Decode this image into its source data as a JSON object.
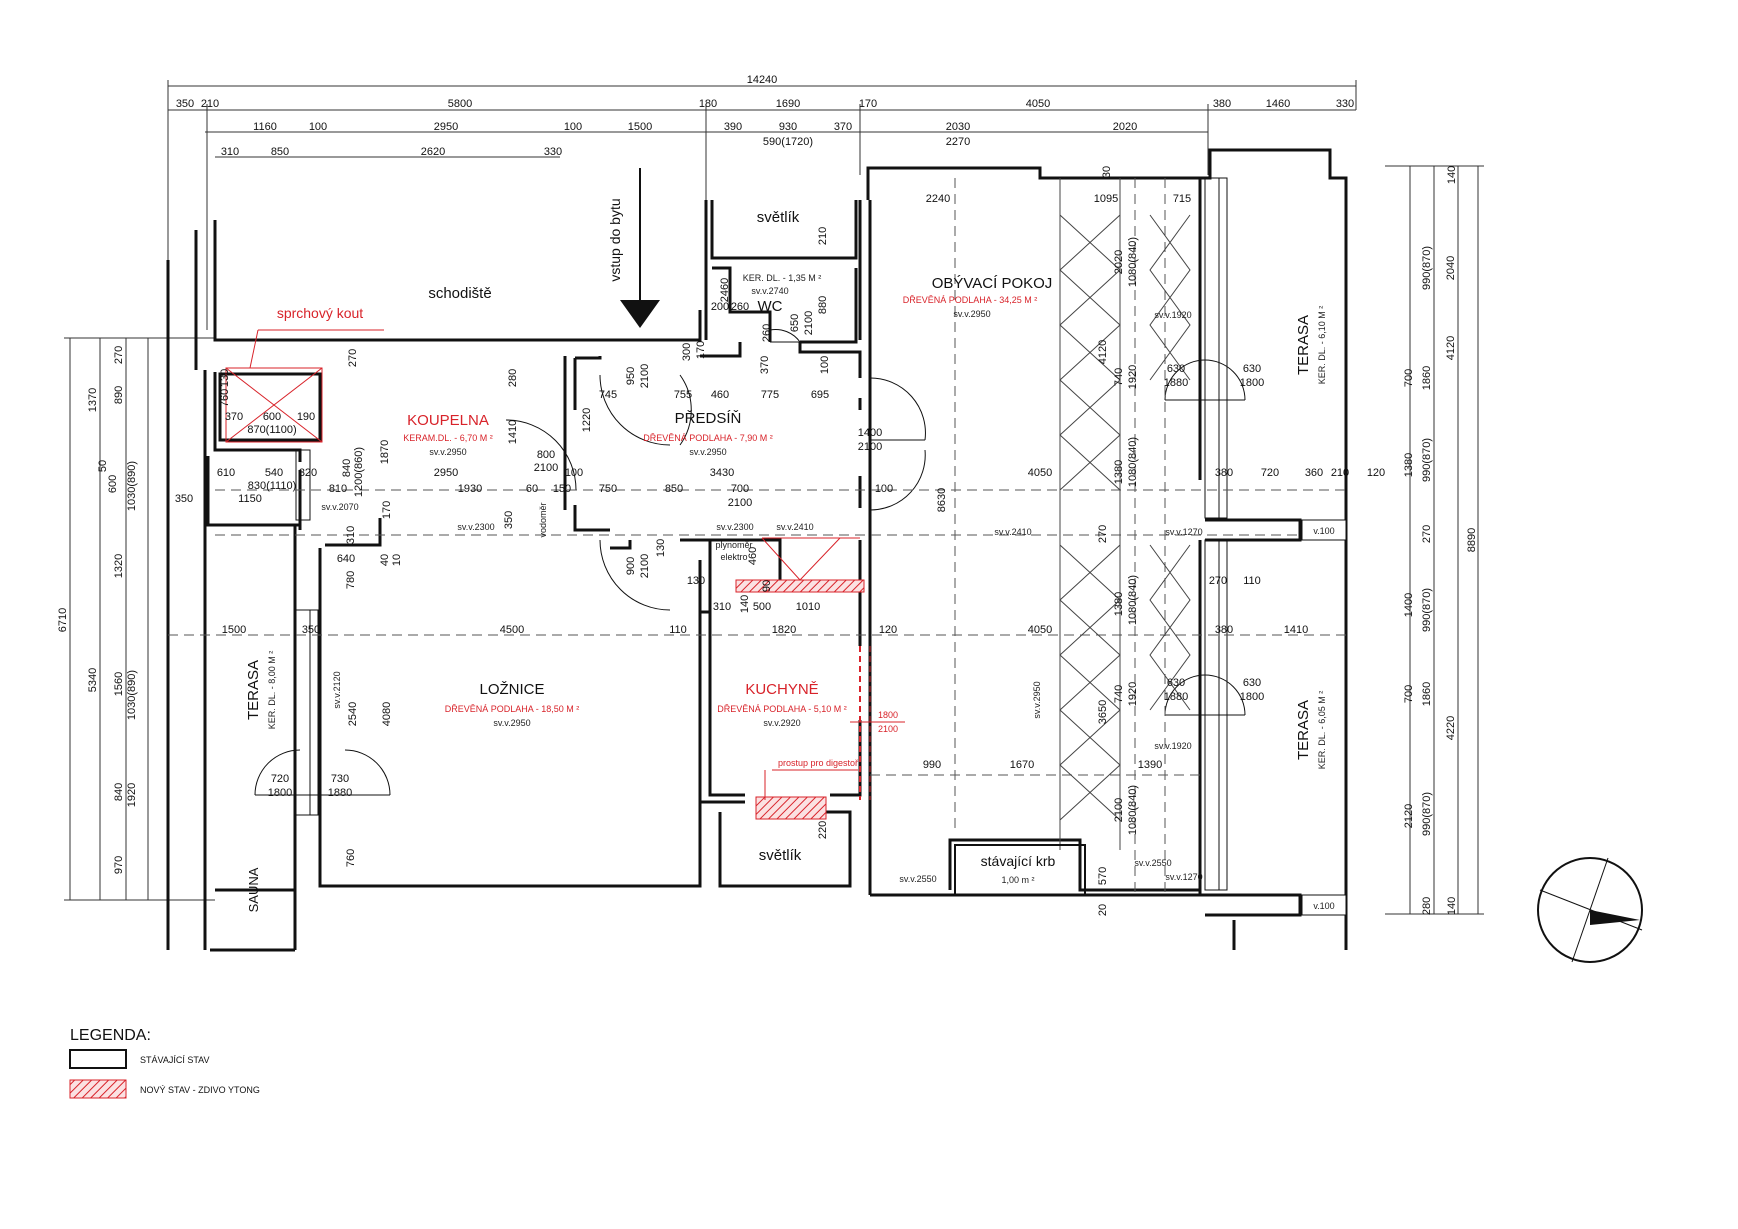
{
  "rooms": {
    "obyvak": {
      "name": "OBÝVACÍ POKOJ",
      "floor": "DŘEVĚNÁ PODLAHA - 34,25 M ²",
      "height": "sv.v.2950"
    },
    "koupelna": {
      "name": "KOUPELNA",
      "floor": "KERAM.DL. - 6,70 M ²",
      "height": "sv.v.2950"
    },
    "predsin": {
      "name": "PŘEDSÍŇ",
      "floor": "DŘEVĚNÁ PODLAHA - 7,90 M ²",
      "height": "sv.v.2950"
    },
    "loznice": {
      "name": "LOŽNICE",
      "floor": "DŘEVĚNÁ PODLAHA - 18,50 M ²",
      "height": "sv.v.2950"
    },
    "kuchyne": {
      "name": "KUCHYNĚ",
      "floor": "DŘEVĚNÁ PODLAHA - 5,10 M ²",
      "height": "sv.v.2920"
    },
    "wc": {
      "name": "WC",
      "floor": "KER. DL. - 1,35 M ²",
      "height": "sv.v.2740"
    },
    "terasa_left": {
      "name": "TERASA",
      "floor": "KER. DL. - 8,00 M ²"
    },
    "terasa_right_top": {
      "name": "TERASA",
      "floor": "KER. DL. - 6,10 M ²"
    },
    "terasa_right_bottom": {
      "name": "TERASA",
      "floor": "KER. DL. - 6,05 M ²"
    },
    "sauna": {
      "name": "SAUNA"
    },
    "schodiste": {
      "name": "schodiště"
    },
    "svetlik_top": {
      "name": "světlík"
    },
    "svetlik_bottom": {
      "name": "světlík"
    },
    "krb": {
      "name": "stávající krb",
      "area": "1,00 m ²"
    }
  },
  "annotations": {
    "entrance": "vstup do bytu",
    "shower": "sprchový kout",
    "vent": "prostup pro digestoř",
    "gas": [
      "plynoměr",
      "elektro"
    ],
    "water": "vodoměr",
    "kitchen_door": [
      "1800",
      "2100"
    ]
  },
  "heights": {
    "h2300a": "sv.v.2300",
    "h2300b": "sv.v.2300",
    "h2410a": "sv.v.2410",
    "h2410b": "sv.v.2410",
    "h2070": "sv.v.2070",
    "h2120": "sv.v.2120",
    "h1920a": "sv.v.1920",
    "h1920b": "sv.v.1920",
    "h1270a": "sv.v.1270",
    "h1270b": "sv.v.1270",
    "h2550a": "sv.v.2550",
    "h2550b": "sv.v.2550",
    "h2950": "sv.v.2950",
    "v100a": "v.100",
    "v100b": "v.100"
  },
  "dimensions": {
    "top": {
      "total": "14240",
      "r1": [
        "350",
        "210",
        "5800",
        "180",
        "1690",
        "170",
        "4050",
        "380",
        "1460",
        "330"
      ],
      "r2": [
        "1160",
        "100",
        "2950",
        "100",
        "1500",
        "390",
        "930",
        "590(1720)",
        "370",
        "2030",
        "2020",
        "2270"
      ],
      "r3": [
        "310",
        "850",
        "2620",
        "330"
      ]
    },
    "left": {
      "total": "6710",
      "c2": [
        "1370",
        "5340"
      ],
      "c3": [
        "890",
        "50",
        "600",
        "1320",
        "1560",
        "840",
        "970"
      ],
      "c3b": [
        "1030(890)",
        "1030(890)",
        "1920"
      ],
      "c4": [
        "270"
      ]
    },
    "right": {
      "total": "8890",
      "c1": [
        "2040",
        "4120",
        "4220"
      ],
      "c2": [
        "990(870)",
        "1860",
        "990(870)",
        "990(870)",
        "1860",
        "990(870)"
      ],
      "c3": [
        "140",
        "700",
        "1380",
        "270",
        "1400",
        "700",
        "2120",
        "280",
        "140"
      ]
    },
    "inner": {
      "d300": "300",
      "d170": "170",
      "d755": "755",
      "d460": "460",
      "d775": "775",
      "d695": "695",
      "d745": "745",
      "d950": "950",
      "d2100a": "2100",
      "d370a": "370",
      "d100a": "100",
      "d260a": "260",
      "d260b": "260",
      "d200": "200",
      "d650": "650",
      "d2100b": "2100",
      "d880": "880",
      "d2460": "2460",
      "d210a": "210",
      "d1400": "1400",
      "d2100c": "2100",
      "d1220": "1220",
      "d1410": "1410",
      "d280": "280",
      "d270a": "270",
      "d130": "130",
      "d760": "760",
      "d370b": "370",
      "d600": "600",
      "d190": "190",
      "d870": "870(1100)",
      "d1870": "1870",
      "d2950": "2950",
      "d800": "800",
      "d2100d": "2100",
      "d100b": "100",
      "d3430": "3430",
      "d610": "610",
      "d540": "540",
      "d320": "320",
      "d830": "830(1110)",
      "d840": "840",
      "d1200": "1200(860)",
      "d810": "810",
      "d1930": "1930",
      "d60": "60",
      "d150": "150",
      "d750": "750",
      "d850": "850",
      "d700": "700",
      "d100c": "100",
      "d2100e": "2100",
      "d350a": "350",
      "d1150": "1150",
      "d170b": "170",
      "d350b": "350",
      "d4050a": "4050",
      "d8630": "8630",
      "d380a": "380",
      "d720": "720",
      "d360": "360",
      "d210b": "210",
      "d120a": "120",
      "d2240": "2240",
      "d1095": "1095",
      "d715": "715",
      "d30": "30",
      "d2020": "2020",
      "d1080a": "1080(840)",
      "d4120": "4120",
      "d740a": "740",
      "d1920a": "1920",
      "d630a": "630",
      "d1880a": "1880",
      "d630b": "630",
      "d1800a": "1800",
      "d1380": "1380",
      "d1080b": "1080(840)",
      "d270b": "270",
      "d270c": "270",
      "d110": "110",
      "d1080c": "1080(840)",
      "d1380b": "1380",
      "d640": "640",
      "d780": "780",
      "d310a": "310",
      "d40": "40",
      "d10": "10",
      "d900": "900",
      "d2100f": "2100",
      "d130b": "130",
      "d130c": "130",
      "d90": "90",
      "d310b": "310",
      "d140": "140",
      "d500": "500",
      "d1010": "1010",
      "d1500": "1500",
      "d350c": "350",
      "d4500": "4500",
      "d110b": "110",
      "d1820": "1820",
      "d120b": "120",
      "d4050b": "4050",
      "d380b": "380",
      "d1410b": "1410",
      "d2540": "2540",
      "d4080": "4080",
      "d720b": "720",
      "d1800b": "1800",
      "d730": "730",
      "d1880b": "1880",
      "d3650": "3650",
      "d740b": "740",
      "d1920b": "1920",
      "d630c": "630",
      "d1880c": "1880",
      "d630d": "630",
      "d1800c": "1800",
      "d990": "990",
      "d1670": "1670",
      "d1390": "1390",
      "d2100g": "2100",
      "d1080d": "1080(840)",
      "d760b": "760",
      "d220": "220",
      "d570": "570",
      "d20": "20",
      "d460b": "460"
    }
  },
  "legend": {
    "title": "LEGENDA:",
    "items": [
      {
        "label": "STÁVAJÍCÍ STAV",
        "style": "outline"
      },
      {
        "label": "NOVÝ STAV - ZDIVO YTONG",
        "style": "hatched-red"
      }
    ]
  },
  "colors": {
    "wall": "#111111",
    "new": "#d8232a",
    "dim": "#333333"
  }
}
